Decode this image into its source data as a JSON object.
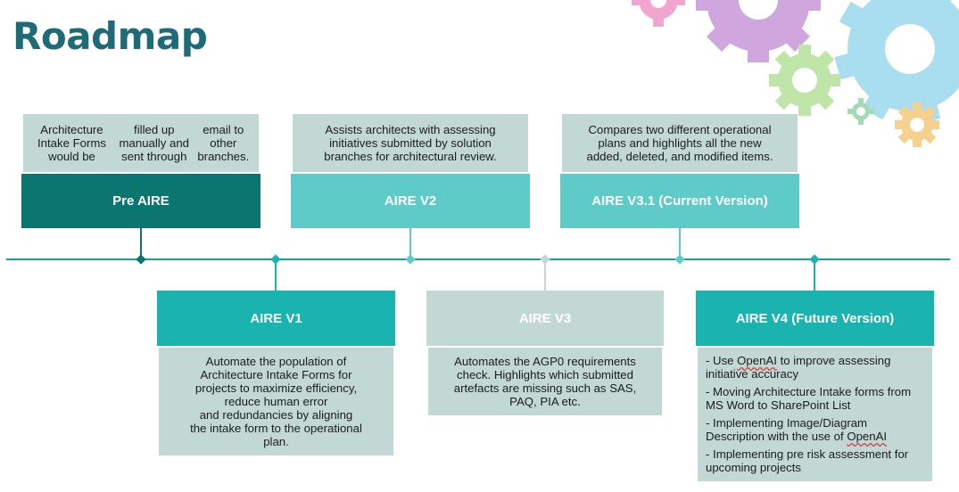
{
  "slide": {
    "title": "Roadmap"
  },
  "colors": {
    "title": "#1e6b78",
    "timeline": "#1a9e9a",
    "desc_bg": "#c2d8d5"
  },
  "milestones": [
    {
      "label": "Pre AIRE",
      "color": "#0b7570",
      "description": [
        "Architecture Intake Forms would be",
        "filled up manually and sent through",
        "email to other branches."
      ]
    },
    {
      "label": "AIRE V1",
      "color": "#1bb3b0",
      "description": [
        "Automate the population of",
        "Architecture Intake Forms for",
        "projects to maximize efficiency,",
        "reduce human error",
        "and redundancies by aligning",
        "the intake form to the operational",
        "plan."
      ]
    },
    {
      "label": "AIRE V2",
      "color": "#5ecbc8",
      "description": [
        "Assists architects with assessing",
        "initiatives submitted by solution",
        "branches for architectural review."
      ]
    },
    {
      "label": "AIRE V3",
      "color": "#c2d8d5",
      "description": [
        "Automates the AGP0 requirements",
        "check. Highlights which submitted",
        "artefacts are missing such as SAS,",
        "PAQ, PIA etc."
      ]
    },
    {
      "label": "AIRE V3.1 (Current Version)",
      "color": "#5ecbc8",
      "description": [
        "Compares two different operational",
        "plans and highlights all the new",
        "added, deleted, and modified items."
      ]
    },
    {
      "label": "AIRE V4 (Future Version)",
      "color": "#1bb3b0",
      "bullets": [
        {
          "pre": "- Use ",
          "mark": "OpenAI",
          "post": " to improve assessing initiative accuracy"
        },
        {
          "pre": "- Moving Architecture Intake forms from MS Word to SharePoint List",
          "mark": "",
          "post": ""
        },
        {
          "pre": "- Implementing Image/Diagram Description with the use of ",
          "mark": "OpenAI",
          "post": ""
        },
        {
          "pre": "- Implementing pre risk assessment for upcoming projects",
          "mark": "",
          "post": ""
        }
      ]
    }
  ],
  "decor": {
    "gear_colors": [
      "#f2a6cf",
      "#c89ad6",
      "#a8def0",
      "#bfe5a8",
      "#f5d08e",
      "#a5d9b5"
    ]
  }
}
